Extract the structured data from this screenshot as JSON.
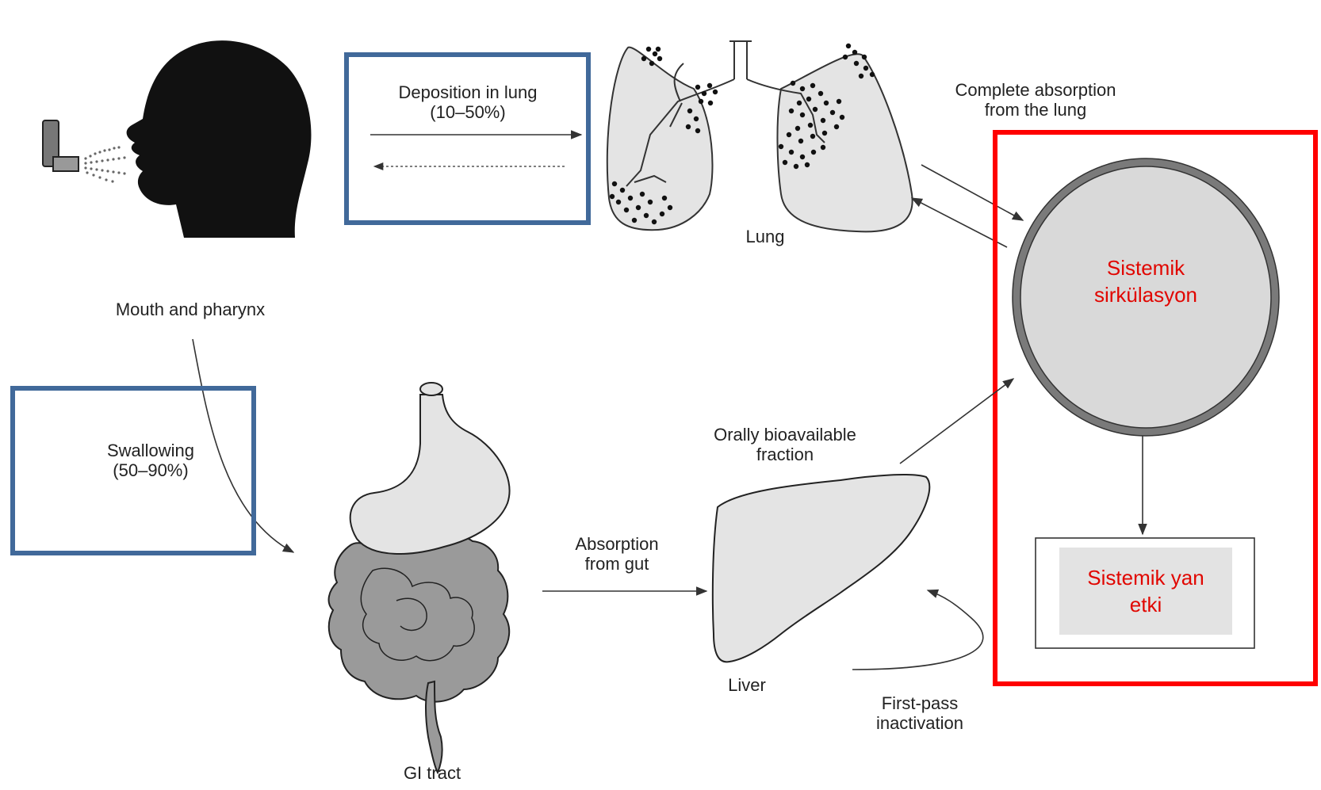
{
  "labels": {
    "deposition": {
      "line1": "Deposition in lung",
      "line2": "(10–50%)"
    },
    "complete_absorption": {
      "line1": "Complete absorption",
      "line2": "from the lung"
    },
    "lung": "Lung",
    "mouth": "Mouth and pharynx",
    "swallowing": {
      "line1": "Swallowing",
      "line2": "(50–90%)"
    },
    "oral_fraction": {
      "line1": "Orally bioavailable",
      "line2": "fraction"
    },
    "absorption_gut": {
      "line1": "Absorption",
      "line2": "from gut"
    },
    "liver": "Liver",
    "first_pass": {
      "line1": "First-pass",
      "line2": "inactivation"
    },
    "gi_tract": "GI tract",
    "systemic_circulation": {
      "line1": "Sistemik",
      "line2": "sirkülasyon"
    },
    "systemic_side_effect": {
      "line1": "Sistemik yan",
      "line2": "etki"
    }
  },
  "colors": {
    "highlight_blue": "#41699a",
    "highlight_red": "#ff0000",
    "annotation_red": "#e10600",
    "silhouette": "#111111",
    "organ_fill": "#e4e4e4",
    "intestine_fill": "#9a9a9a"
  },
  "icons": [
    "inhaler-icon",
    "head-silhouette",
    "lungs-illustration",
    "gi-tract-illustration",
    "liver-illustration"
  ]
}
